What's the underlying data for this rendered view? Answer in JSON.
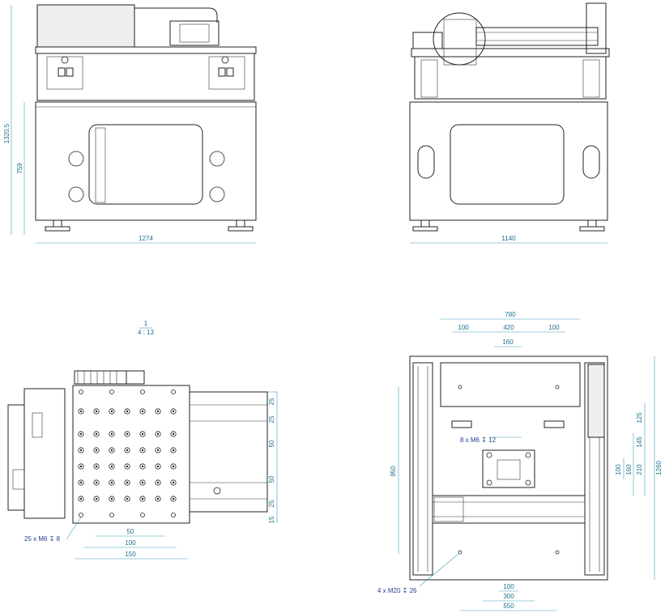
{
  "views": {
    "front": {
      "height_total": "1320.5",
      "height_base": "759",
      "width": "1274"
    },
    "side": {
      "width": "1140"
    },
    "detail": {
      "scale_top": "1",
      "scale_bottom": "4 : 13",
      "dims_right": [
        "25",
        "25",
        "50",
        "50",
        "25",
        "15"
      ],
      "dims_bottom": [
        "50",
        "100",
        "150"
      ],
      "hole_callout": "25 x M6 ↧ 8"
    },
    "top": {
      "dims_top": [
        "780",
        "100",
        "420",
        "100",
        "160"
      ],
      "callout_mid": "8 x M6 ↧ 12",
      "dims_right": [
        "125",
        "145",
        "100",
        "160",
        "210",
        "1260"
      ],
      "dim_left": "950",
      "dims_bottom": [
        "100",
        "300",
        "550"
      ],
      "callout_bottom": "4 x M20 ↧ 26"
    }
  },
  "colors": {
    "line": "#222222",
    "dimension": "#3aa0c0",
    "text": "#1f6f8b"
  }
}
